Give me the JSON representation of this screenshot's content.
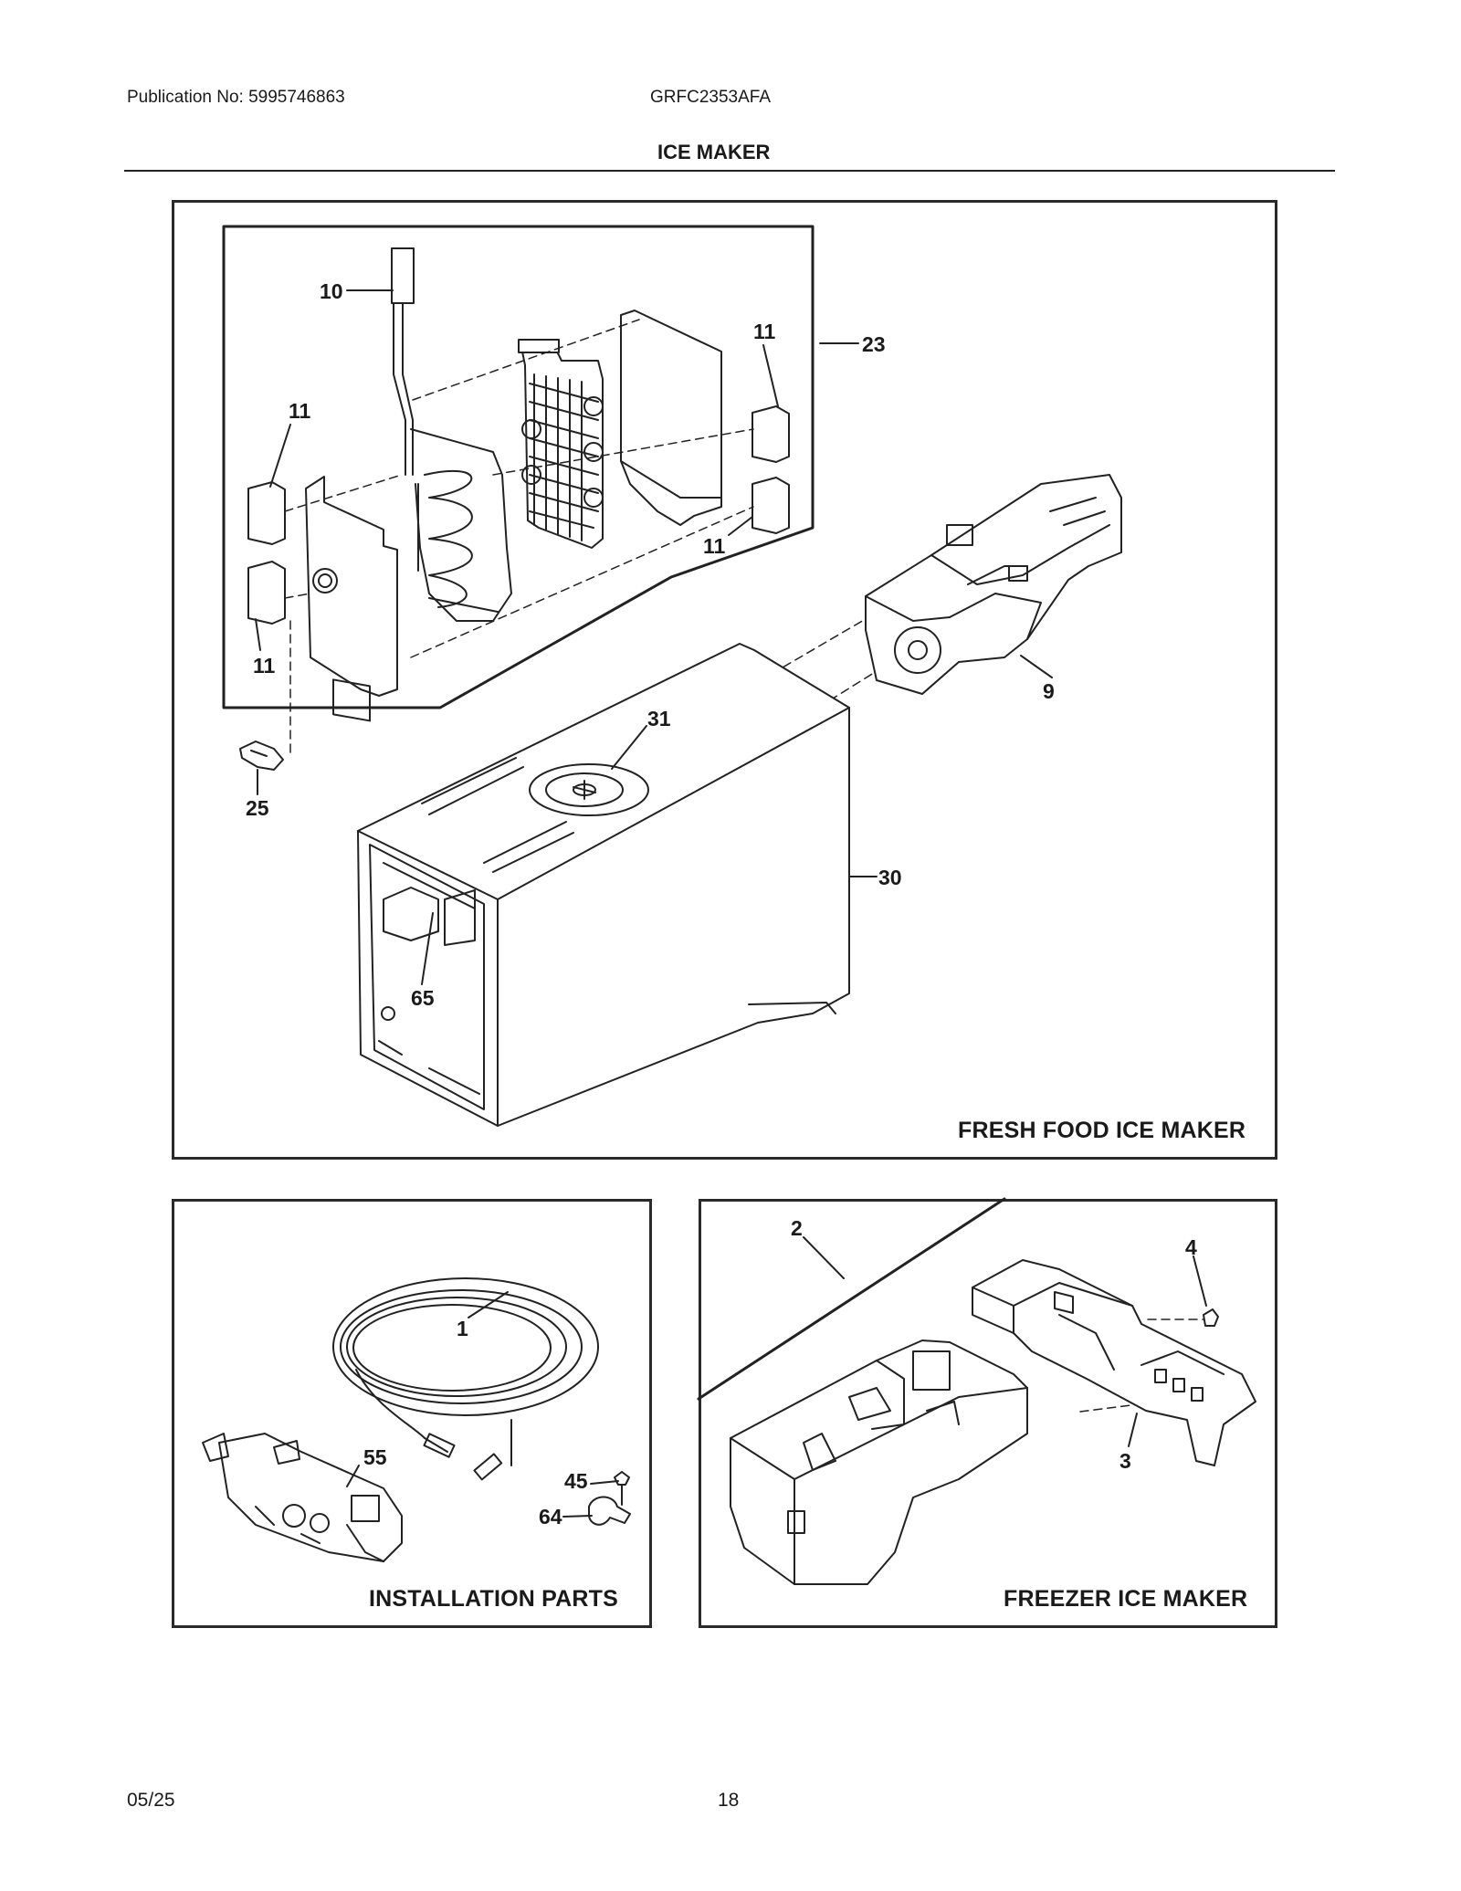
{
  "header": {
    "publication": "Publication No: 5995746863",
    "model": "GRFC2353AFA",
    "title": "ICE MAKER"
  },
  "panels": {
    "fresh_food": {
      "title": "FRESH FOOD ICE MAKER"
    },
    "installation": {
      "title": "INSTALLATION PARTS"
    },
    "freezer": {
      "title": "FREEZER ICE MAKER"
    }
  },
  "callouts": {
    "c10": "10",
    "c11a": "11",
    "c11b": "11",
    "c11c": "11",
    "c11d": "11",
    "c23": "23",
    "c9": "9",
    "c31": "31",
    "c25": "25",
    "c30": "30",
    "c65": "65",
    "c1": "1",
    "c55": "55",
    "c45": "45",
    "c64": "64",
    "c2": "2",
    "c4": "4",
    "c3": "3"
  },
  "footer": {
    "date": "05/25",
    "page": "18"
  }
}
